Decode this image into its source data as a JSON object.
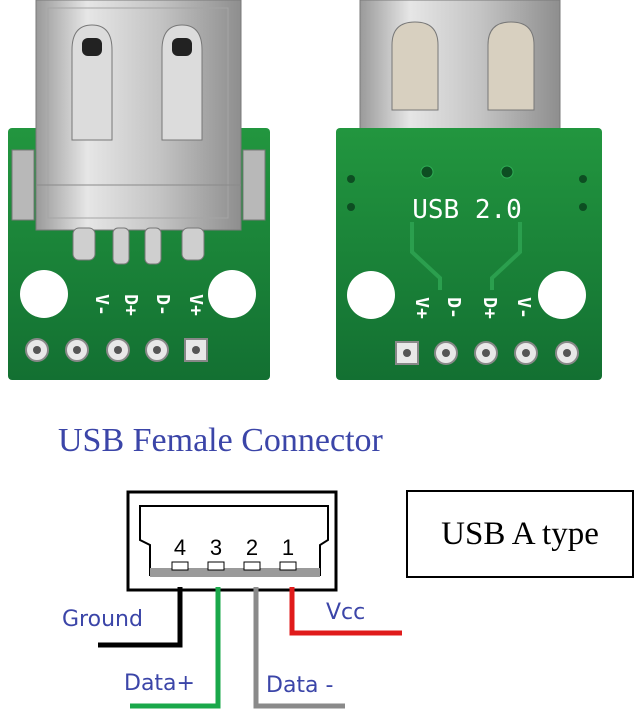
{
  "title": "USB Female Connector",
  "type_label": "USB A type",
  "board_back": {
    "silkscreen": "USB 2.0",
    "pin_marks": [
      "V+",
      "D-",
      "D+",
      "V-"
    ]
  },
  "board_front": {
    "pin_marks": [
      "V-",
      "D+",
      "D-",
      "V+"
    ]
  },
  "pins": [
    "4",
    "3",
    "2",
    "1"
  ],
  "wires": {
    "ground": {
      "label": "Ground",
      "color": "#000000"
    },
    "data_plus": {
      "label": "Data+",
      "color": "#1aa84a"
    },
    "data_minus": {
      "label": "Data -",
      "color": "#8a8a8a"
    },
    "vcc": {
      "label": "Vcc",
      "color": "#e01b1b"
    }
  },
  "colors": {
    "pcb": "#1e8a3c",
    "pcb_dark": "#146a2c",
    "silk": "#ffffff",
    "metal": "#c9c9c9",
    "label_blue": "#3b45a8"
  }
}
